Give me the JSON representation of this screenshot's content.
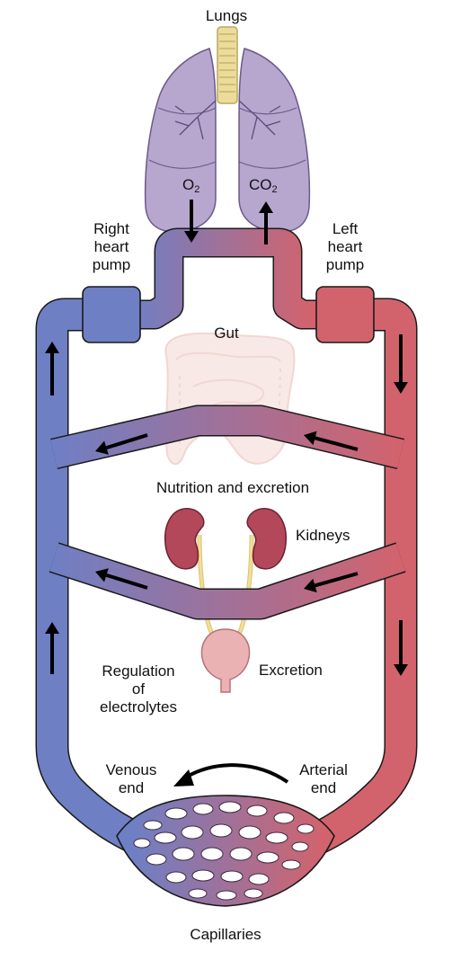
{
  "labels": {
    "lungs": "Lungs",
    "o2_main": "O",
    "o2_sub": "2",
    "co2_main": "CO",
    "co2_sub": "2",
    "right_heart_pump": "Right\nheart\npump",
    "left_heart_pump": "Left\nheart\npump",
    "gut": "Gut",
    "nutrition_and_excretion": "Nutrition and excretion",
    "kidneys": "Kidneys",
    "regulation_of_electrolytes": "Regulation\nof\nelectrolytes",
    "excretion": "Excretion",
    "venous_end": "Venous\nend",
    "arterial_end": "Arterial\nend",
    "capillaries": "Capillaries"
  },
  "colors": {
    "venous_blue": "#6f7fc4",
    "arterial_red": "#d2636d",
    "vessel_outline": "#1a1a1a",
    "lung_purple": "#b3a3cc",
    "trachea_yellow": "#ecdc9a",
    "kidney_red": "#b2485a",
    "bladder_pink": "#eab2b2",
    "ureter_yellow": "#f2de94",
    "gut_faded": "#f1d2cb"
  }
}
